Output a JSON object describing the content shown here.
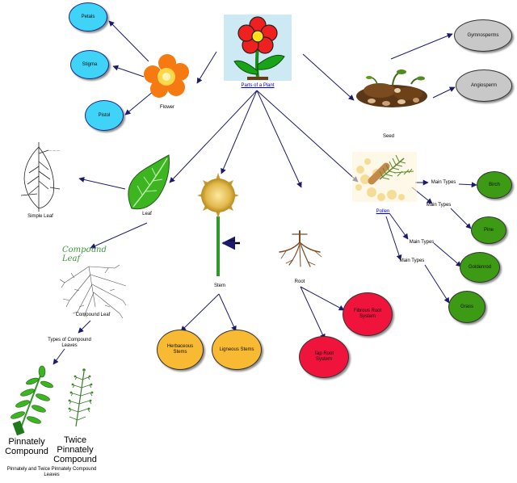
{
  "root": {
    "label": "Parts of a Plant"
  },
  "labels": {
    "flower": "Flower",
    "seed": "Seed",
    "leaf": "Leaf",
    "simple_leaf": "Simple Leaf",
    "compound_leaf": "Compound Leaf",
    "compound_leaf_title": "Compound Leaf",
    "types_compound": "Types of Compound Leaves",
    "pinnately_caption": "Pinnately and Twice Pinnately Compound Leaves",
    "pinnately_compound": "Pinnately Compound",
    "twice_pinnately": "Twice Pinnately Compound",
    "stem": "Stem",
    "stem_tag": "stem",
    "root": "Root",
    "pollen": "Pollen",
    "main_types": "Main Types"
  },
  "nodes": {
    "petals": "Petals",
    "stigma": "Stigma",
    "pistol": "Pistol",
    "gymnosperms": "Gymnosperms",
    "angiosperm": "Angiosperm",
    "birch": "Birch",
    "pine": "Pine",
    "goldenrod": "Goldenrod",
    "grass": "Grass",
    "fibrous_root": "Fibrous Root System",
    "tap_root": "Tap Root System",
    "herbaceous": "Herbaceous Stems",
    "ligneous": "Ligneous Stems"
  },
  "colors": {
    "blue_node": "#3fd3f7",
    "gray_node": "#c8c8c8",
    "green_node": "#3d9a14",
    "red_node": "#f0133c",
    "orange_node": "#f9ba33",
    "edge": "#1b1b6b"
  }
}
